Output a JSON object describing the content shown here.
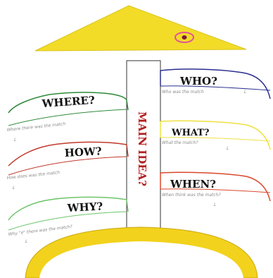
{
  "title": "MAIN IDEA?",
  "colors": {
    "head": "#f2dc28",
    "tail": "#f2d21c",
    "eye_ring": "#e0559a",
    "spine": "#333333",
    "where": "#2e8b3a",
    "how": "#c0392b",
    "why": "#6cc56a",
    "who": "#2a2f8f",
    "what": "#f0e040",
    "when": "#d9482b",
    "main_idea": "#b32020"
  },
  "bones": {
    "where": {
      "label": "WHERE?",
      "note": "Where there was the match",
      "answer": "L"
    },
    "how": {
      "label": "HOW?",
      "note": "How does was the match",
      "answer": "L"
    },
    "why": {
      "label": "WHY?",
      "note": "Why \"e\" there was the match?",
      "answer": "L"
    },
    "who": {
      "label": "WHO?",
      "note": "Who was the match",
      "answer": "L"
    },
    "what": {
      "label": "WHAT?",
      "note": "What the match?",
      "answer": "L"
    },
    "when": {
      "label": "WHEN?",
      "note": "When think was the match?",
      "answer": "L"
    }
  }
}
